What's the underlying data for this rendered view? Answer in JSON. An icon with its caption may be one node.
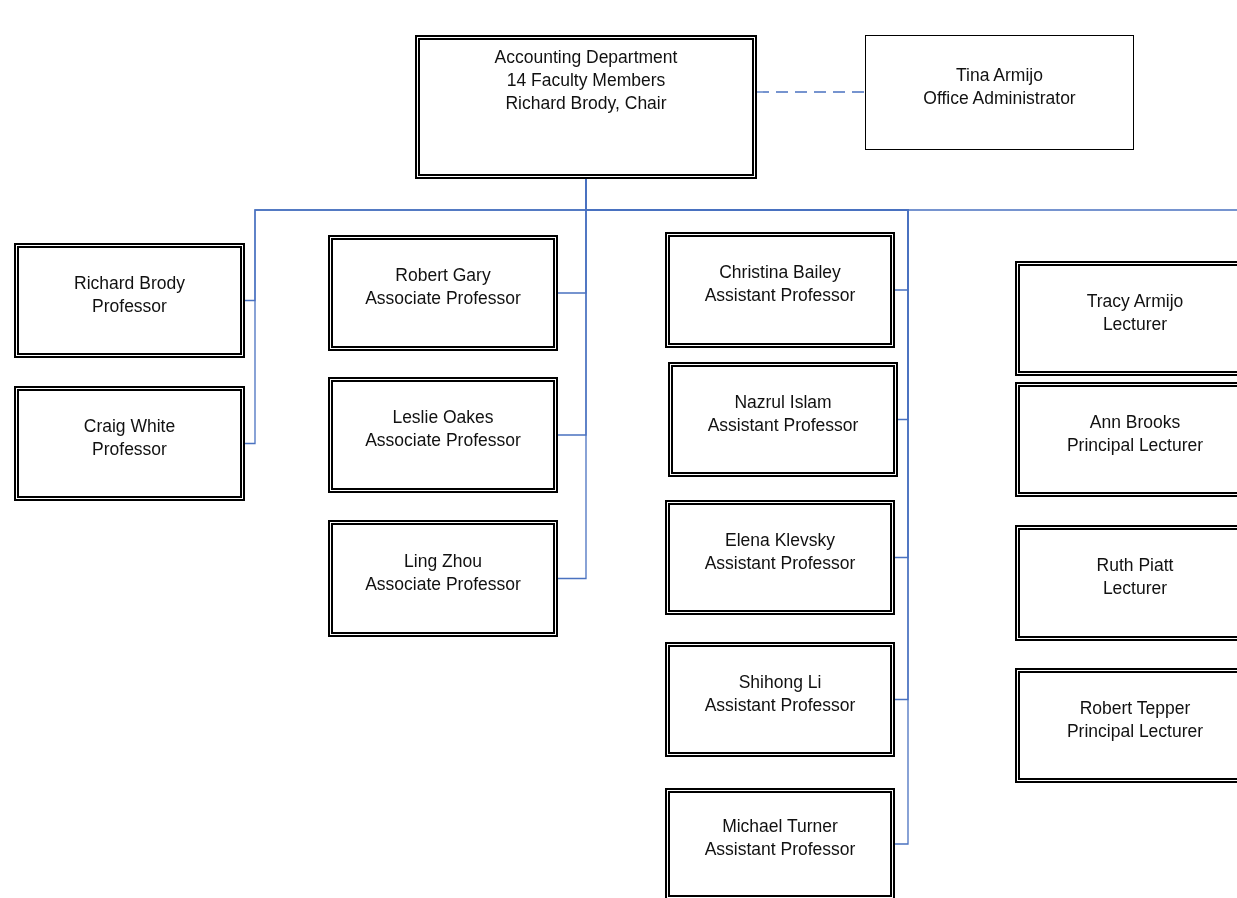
{
  "diagram": {
    "nodes": [
      {
        "text": [
          "Accounting Department",
          "14 Faculty Members",
          "Richard Brody, Chair"
        ]
      },
      {
        "text": [
          "Tina Armijo",
          "Office Administrator"
        ]
      },
      {
        "text": [
          "Richard Brody",
          "Professor"
        ]
      },
      {
        "text": [
          "Craig White",
          "Professor"
        ]
      },
      {
        "text": [
          "Robert Gary",
          "Associate Professor"
        ]
      },
      {
        "text": [
          "Leslie Oakes",
          "Associate Professor"
        ]
      },
      {
        "text": [
          "Ling Zhou",
          "Associate Professor"
        ]
      },
      {
        "text": [
          "Christina Bailey",
          "Assistant Professor"
        ]
      },
      {
        "text": [
          "Nazrul Islam",
          "Assistant Professor"
        ]
      },
      {
        "text": [
          "Elena Klevsky",
          "Assistant Professor"
        ]
      },
      {
        "text": [
          "Shihong Li",
          "Assistant Professor"
        ]
      },
      {
        "text": [
          "Michael Turner",
          "Assistant Professor"
        ]
      },
      {
        "text": [
          "Tracy Armijo",
          "Lecturer"
        ]
      },
      {
        "text": [
          "Ann Brooks",
          "Principal Lecturer"
        ]
      },
      {
        "text": [
          "Ruth Piatt",
          "Lecturer"
        ]
      },
      {
        "text": [
          "Robert Tepper",
          "Principal Lecturer"
        ]
      }
    ],
    "edges": [
      {
        "from": 0,
        "to": 1,
        "arrow": "none",
        "style": "dashed"
      },
      {
        "from": 0,
        "to": 2,
        "arrow": "none"
      },
      {
        "from": 0,
        "to": 3,
        "arrow": "none"
      },
      {
        "from": 0,
        "to": 4,
        "arrow": "none"
      },
      {
        "from": 0,
        "to": 5,
        "arrow": "none"
      },
      {
        "from": 0,
        "to": 6,
        "arrow": "none"
      },
      {
        "from": 0,
        "to": 7,
        "arrow": "none"
      },
      {
        "from": 0,
        "to": 8,
        "arrow": "none"
      },
      {
        "from": 0,
        "to": 9,
        "arrow": "none"
      },
      {
        "from": 0,
        "to": 10,
        "arrow": "none"
      },
      {
        "from": 0,
        "to": 11,
        "arrow": "none"
      },
      {
        "from": 0,
        "to": null,
        "arrow": "none"
      }
    ]
  }
}
